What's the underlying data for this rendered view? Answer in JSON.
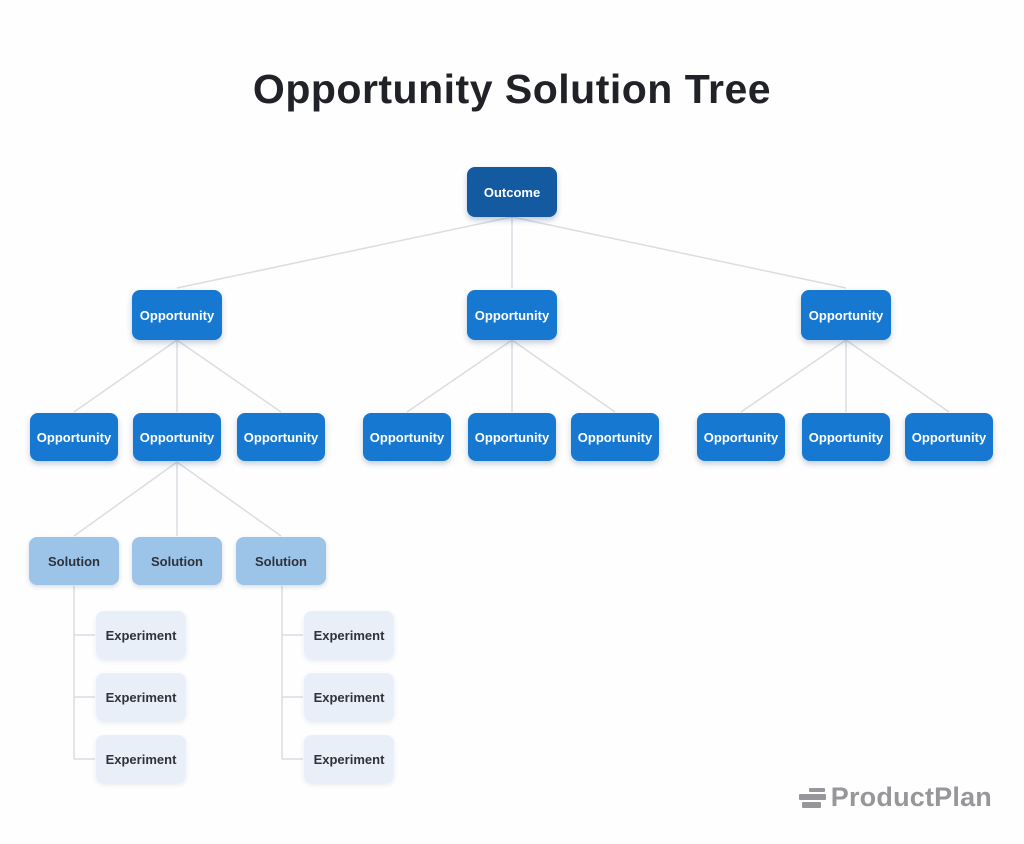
{
  "title": "Opportunity Solution Tree",
  "diagram": {
    "outcome": "Outcome",
    "level1_opportunities": [
      "Opportunity",
      "Opportunity",
      "Opportunity"
    ],
    "level2_opportunities": [
      "Opportunity",
      "Opportunity",
      "Opportunity",
      "Opportunity",
      "Opportunity",
      "Opportunity",
      "Opportunity",
      "Opportunity",
      "Opportunity"
    ],
    "solutions": [
      "Solution",
      "Solution",
      "Solution"
    ],
    "experiments_left": [
      "Experiment",
      "Experiment",
      "Experiment"
    ],
    "experiments_right": [
      "Experiment",
      "Experiment",
      "Experiment"
    ]
  },
  "branding": {
    "logo_text": "ProductPlan"
  },
  "colors": {
    "outcome_bg": "#145AA0",
    "opportunity_bg": "#1778D2",
    "solution_bg": "#9CC4E9",
    "experiment_bg": "#E9EFF9",
    "connector": "#DCDCE3",
    "title_text": "#202227",
    "logo_gray": "#97979B"
  }
}
